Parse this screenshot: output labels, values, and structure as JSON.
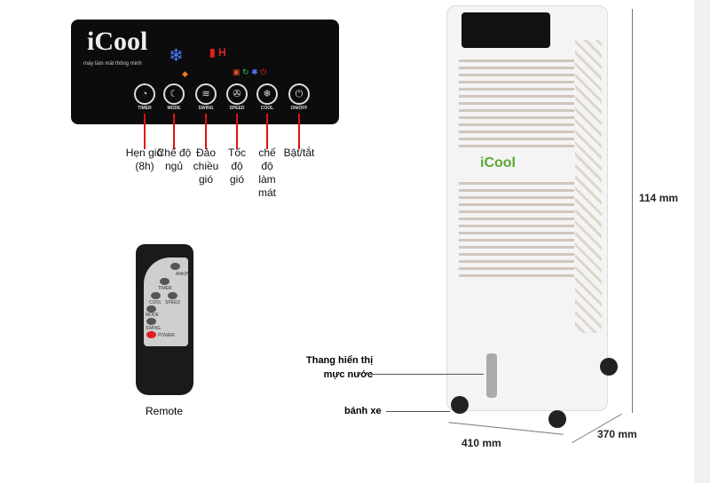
{
  "panel": {
    "brand": "iCool",
    "tagline": "máy làm mát thông minh",
    "display": "H",
    "buttons": [
      {
        "icon": "timer-icon",
        "label": "TIMER"
      },
      {
        "icon": "moon-icon",
        "label": "MODE"
      },
      {
        "icon": "swing-icon",
        "label": "SWING"
      },
      {
        "icon": "fan-icon",
        "label": "SPEED"
      },
      {
        "icon": "snowflake-icon",
        "label": "COOL"
      },
      {
        "icon": "power-icon",
        "label": "ON/OFF"
      }
    ]
  },
  "callouts": [
    "Hẹn giờ\n(8h)",
    "Chế độ\nngủ",
    "Đảo\nchiều\ngió",
    "Tốc\nđộ\ngió",
    "chế\nđộ\nlàm\nmát",
    "Bật/tắt"
  ],
  "remote": {
    "caption": "Remote",
    "buttons": [
      "ANION",
      "TIMER",
      "COOL",
      "SPEED",
      "MODE",
      "SWING",
      "POWER"
    ]
  },
  "cooler": {
    "brand": "iCool",
    "water_gauge_label": "Thang hiển thị\nmực nước",
    "wheel_label": "bánh xe"
  },
  "dimensions": {
    "height": "114 mm",
    "width": "410 mm",
    "depth": "370 mm"
  },
  "colors": {
    "accent_red": "#e01010",
    "panel": "#0c0c0c",
    "brand_green": "#5aa832"
  }
}
